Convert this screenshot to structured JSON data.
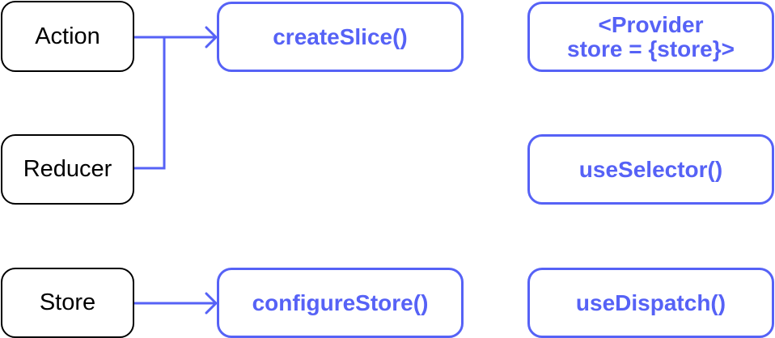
{
  "colors": {
    "accent": "#5662f6",
    "concept_border": "#000000",
    "background": "#ffffff"
  },
  "concepts": {
    "action": "Action",
    "reducer": "Reducer",
    "store": "Store"
  },
  "apis": {
    "create_slice": "createSlice()",
    "configure_store": "configureStore()",
    "provider_line1": "<Provider",
    "provider_line2": "store = {store}>",
    "use_selector": "useSelector()",
    "use_dispatch": "useDispatch()"
  }
}
